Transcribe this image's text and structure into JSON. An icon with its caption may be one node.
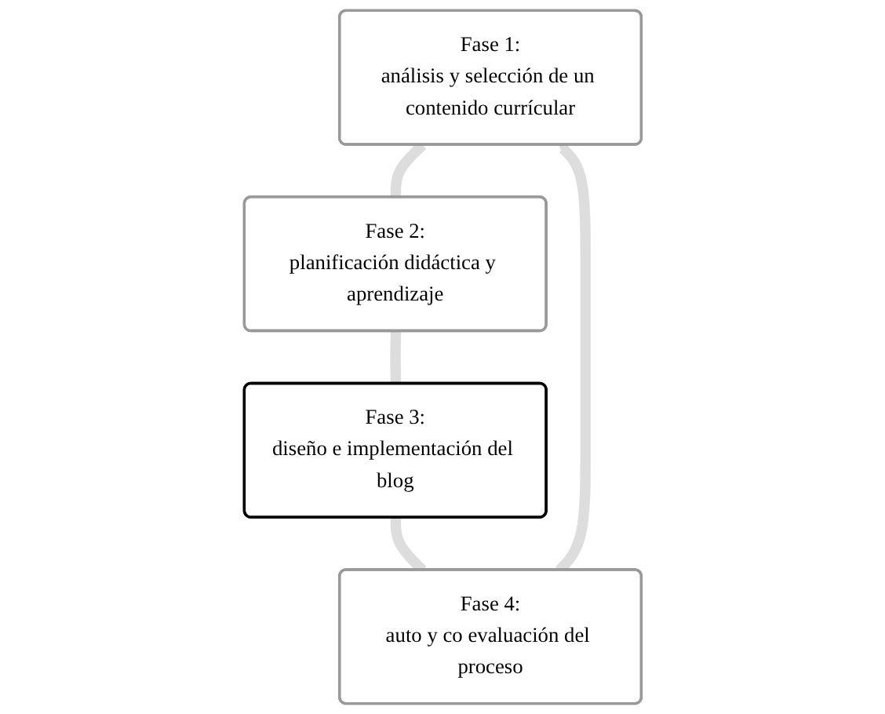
{
  "diagram": {
    "nodes": [
      {
        "text": [
          "Fase 1:",
          "análisis y selección de un contenido currícular"
        ]
      },
      {
        "text": [
          "Fase 2:",
          "planificación didáctica y aprendizaje"
        ]
      },
      {
        "text": [
          "Fase 3:",
          "diseño e implementación del blog"
        ]
      },
      {
        "text": [
          "Fase 4:",
          "auto y co evaluación del proceso"
        ]
      }
    ],
    "edges": [
      {
        "from": 0,
        "to": 1,
        "arrow": "none"
      },
      {
        "from": 1,
        "to": 2,
        "arrow": "none"
      },
      {
        "from": 2,
        "to": 3,
        "arrow": "none"
      },
      {
        "from": 3,
        "to": 0,
        "arrow": "to"
      }
    ]
  }
}
